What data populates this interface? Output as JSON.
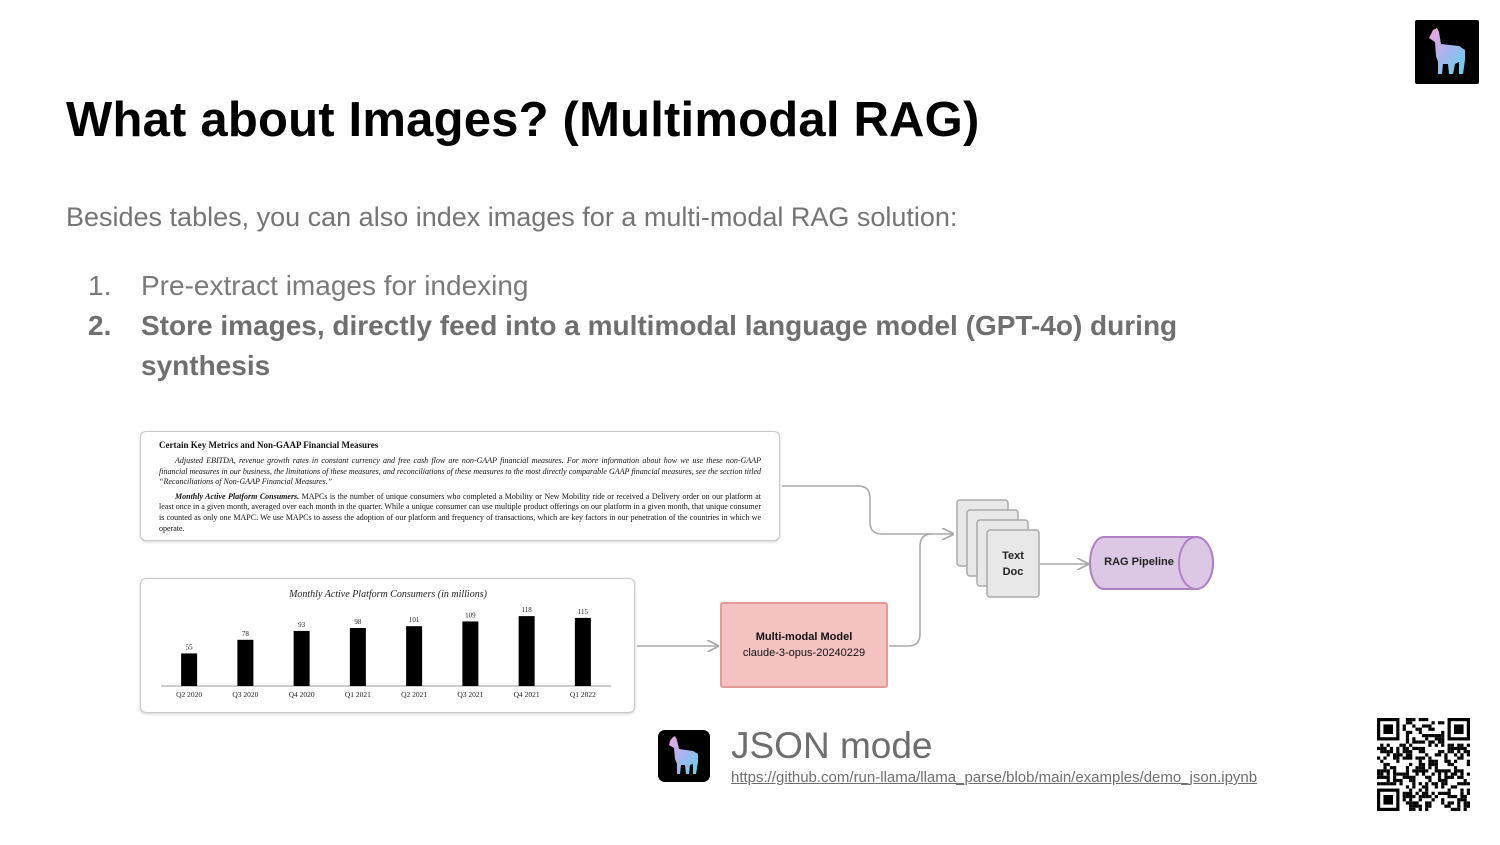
{
  "slide": {
    "title": "What about Images? (Multimodal RAG)",
    "subtitle": "Besides tables, you can also index images for a multi-modal RAG solution:",
    "steps": [
      {
        "number": "1.",
        "text": "Pre-extract images for indexing",
        "bold": false
      },
      {
        "number": "2.",
        "text": "Store images, directly feed into a multimodal language model  (GPT-4o) during synthesis",
        "bold": true
      }
    ]
  },
  "doc_excerpt": {
    "heading": "Certain Key Metrics and Non-GAAP Financial Measures",
    "para1": "Adjusted EBITDA, revenue growth rates in constant currency and free cash flow are non-GAAP financial measures. For more information about how we use these non-GAAP financial measures in our business, the limitations of these measures, and reconciliations of these measures to the most directly comparable GAAP financial measures, see the section titled “Reconciliations of Non-GAAP Financial Measures.”",
    "para2_lead": "Monthly Active Platform Consumers.",
    "para2": " MAPCs is the number of unique consumers who completed a Mobility or New Mobility ride or received a Delivery order on our platform at least once in a given month, averaged over each month in the quarter. While a unique consumer can use multiple product offerings on our platform in a given month, that unique consumer is counted as only one MAPC. We use MAPCs to assess the adoption of our platform and frequency of transactions, which are key factors in our penetration of the countries in which we operate."
  },
  "chart_data": {
    "type": "bar",
    "title": "Monthly Active Platform Consumers (in millions)",
    "categories": [
      "Q2 2020",
      "Q3 2020",
      "Q4 2020",
      "Q1 2021",
      "Q2 2021",
      "Q3 2021",
      "Q4 2021",
      "Q1 2022"
    ],
    "values": [
      55,
      78,
      93,
      98,
      101,
      109,
      118,
      115
    ],
    "xlabel": "",
    "ylabel": "",
    "ylim": [
      0,
      130
    ],
    "grid": false,
    "bar_color": "#000000"
  },
  "diagram": {
    "model_name": "Multi-modal Model",
    "model_id": "claude-3-opus-20240229",
    "text_doc_line1": "Text",
    "text_doc_line2": "Doc",
    "rag_label": "RAG Pipeline",
    "colors": {
      "model_fill": "#f4c3c1",
      "model_border": "#e49b98",
      "rag_fill": "#dcc8e4",
      "rag_border": "#b07fc4",
      "doc_fill": "#e8e8e8",
      "arrow": "#a8a8a8"
    }
  },
  "footer": {
    "json_title": "JSON mode",
    "json_link": "https://github.com/run-llama/llama_parse/blob/main/examples/demo_json.ipynb",
    "logo_icon": "llama-logo-icon",
    "qr_icon": "qr-code-icon"
  }
}
